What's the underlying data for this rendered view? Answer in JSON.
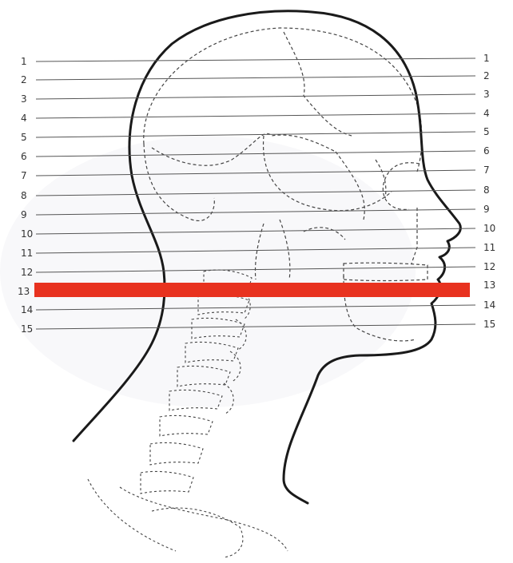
{
  "diagram": {
    "left_labels": [
      "1",
      "2",
      "3",
      "4",
      "5",
      "6",
      "7",
      "8",
      "9",
      "10",
      "11",
      "12",
      "13",
      "14",
      "15"
    ],
    "right_labels": [
      "1",
      "2",
      "3",
      "4",
      "5",
      "6",
      "7",
      "8",
      "9",
      "10",
      "11",
      "12",
      "13",
      "14",
      "15"
    ],
    "highlighted_level": "13",
    "colors": {
      "highlight": "#e8321f",
      "outline": "#1a1a1a",
      "guide_line": "#555555",
      "skeleton": "#444444",
      "background": "#ffffff"
    }
  }
}
